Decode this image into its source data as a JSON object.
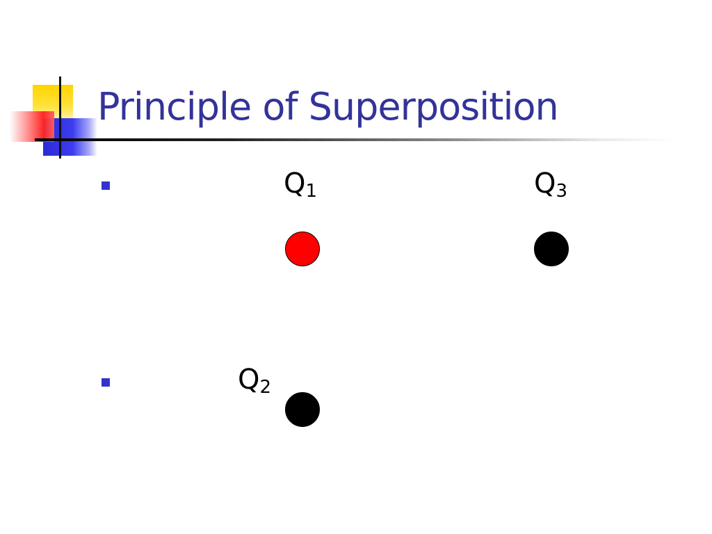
{
  "slide": {
    "title": "Principle of Superposition",
    "charges": [
      {
        "letter": "Q",
        "subscript": "1",
        "color": "#ff0000",
        "outline": "#000000"
      },
      {
        "letter": "Q",
        "subscript": "3",
        "color": "#000000",
        "outline": "#000000"
      },
      {
        "letter": "Q",
        "subscript": "2",
        "color": "#000000",
        "outline": "#000000"
      }
    ],
    "colors": {
      "title": "#333399",
      "bullet": "#3333cc",
      "accent_yellow": "#ffd400",
      "accent_blue": "#2a2ad8",
      "accent_red": "#ff2020"
    }
  }
}
